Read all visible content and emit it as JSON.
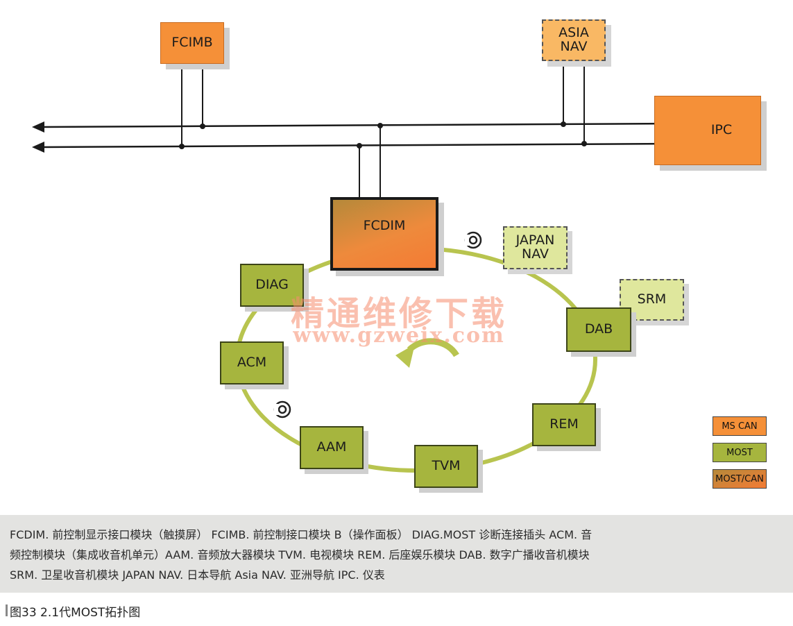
{
  "modules": {
    "fcimb": "FCIMB",
    "asia_nav": "ASIA\nNAV",
    "ipc": "IPC",
    "fcdim": "FCDIM",
    "japan_nav": "JAPAN\nNAV",
    "srm": "SRM",
    "dab": "DAB",
    "diag": "DIAG",
    "acm": "ACM",
    "aam": "AAM",
    "tvm": "TVM",
    "rem": "REM"
  },
  "legend": {
    "ms_can": "MS CAN",
    "most": "MOST",
    "most_can": "MOST/CAN"
  },
  "watermark": {
    "cn": "精通维修下载",
    "url": "www.gzweix.com"
  },
  "caption": {
    "line1": "FCDIM. 前控制显示接口模块（触摸屏） FCIMB. 前控制接口模块 B（操作面板） DIAG.MOST 诊断连接插头  ACM. 音",
    "line2": "频控制模块（集成收音机单元）AAM. 音频放大器模块  TVM. 电视模块  REM. 后座娱乐模块  DAB. 数字广播收音机模块",
    "line3": "SRM. 卫星收音机模块  JAPAN NAV. 日本导航  Asia NAV. 亚洲导航  IPC. 仪表"
  },
  "figure_label": "图33    2.1代MOST拓扑图",
  "colors": {
    "ms_can": "#f59038",
    "most": "#a6b53e",
    "ring": "#b8c44f",
    "optional": "#dfe79d"
  }
}
